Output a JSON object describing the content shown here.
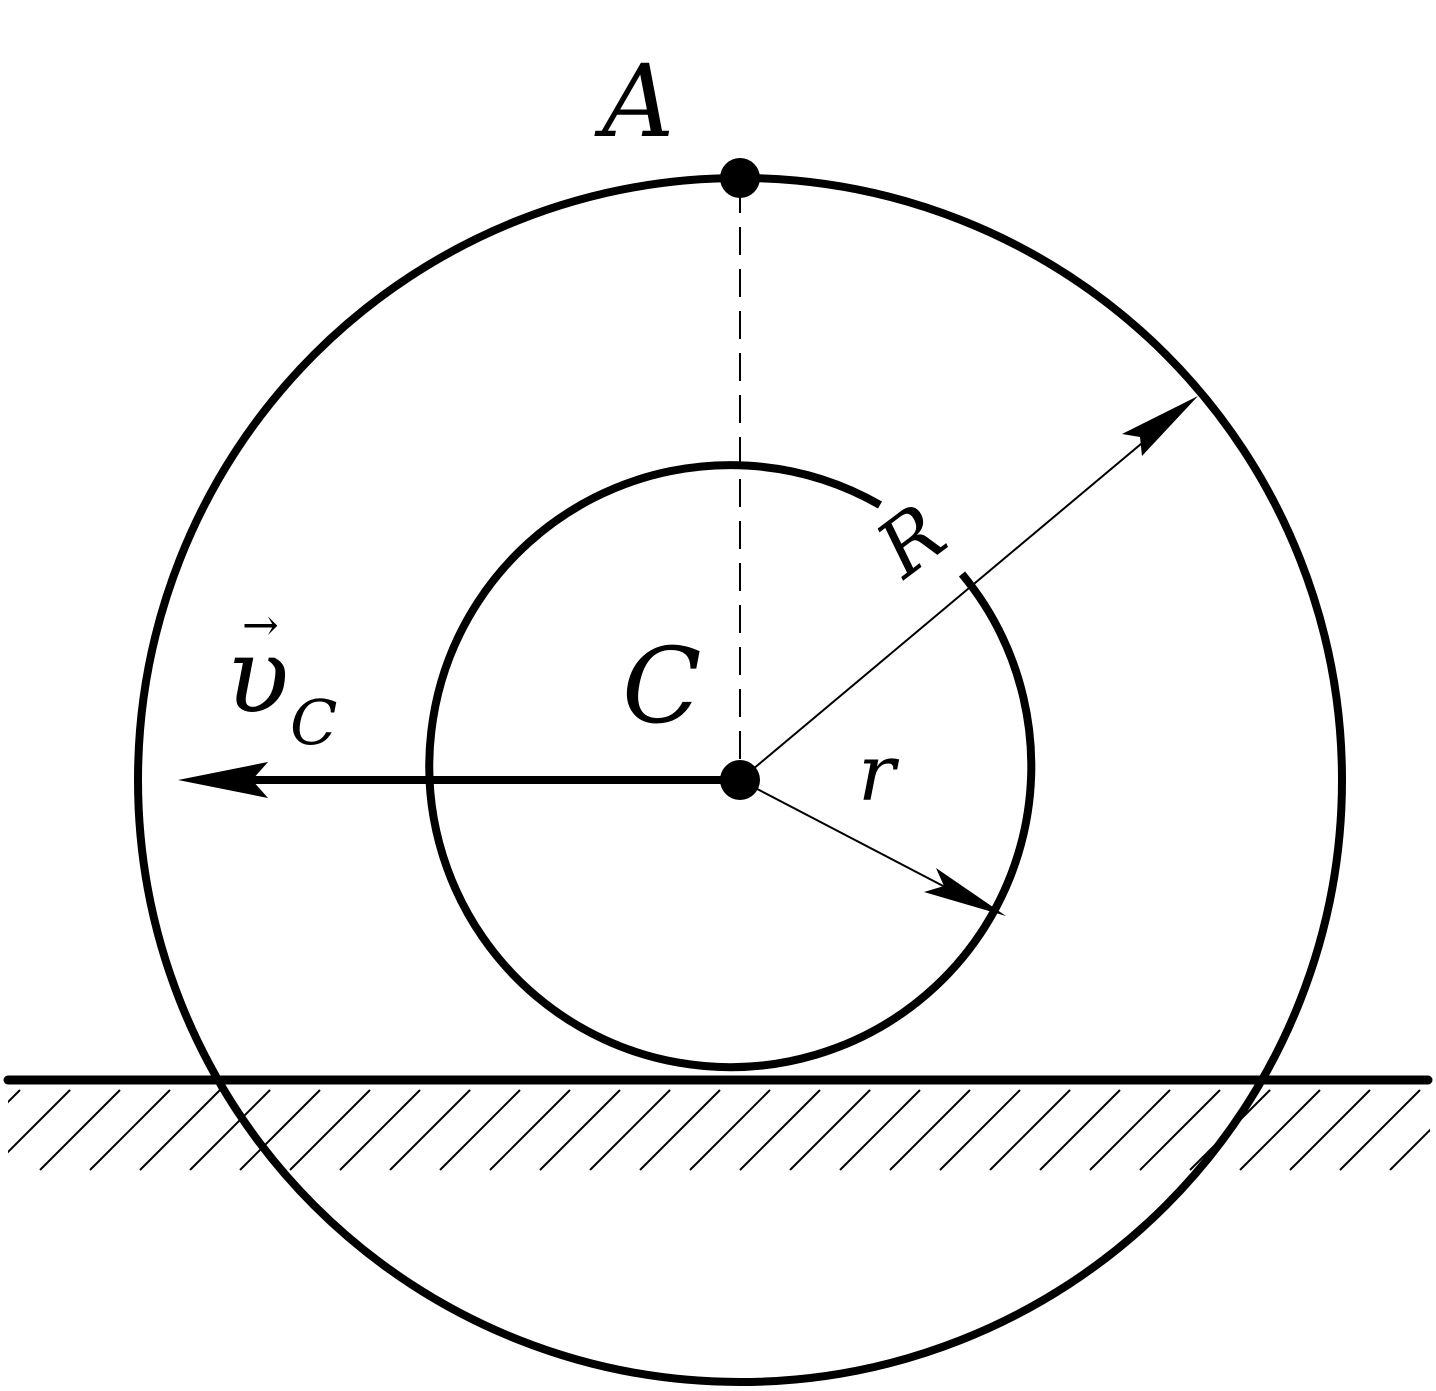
{
  "diagram": {
    "point_A_label": "A",
    "center_label": "C",
    "outer_radius_label": "R",
    "inner_radius_label": "r",
    "velocity_symbol": "υ",
    "velocity_subscript": "C",
    "velocity_vector_mark": "→"
  },
  "colors": {
    "ink": "#000000",
    "background": "#ffffff"
  }
}
